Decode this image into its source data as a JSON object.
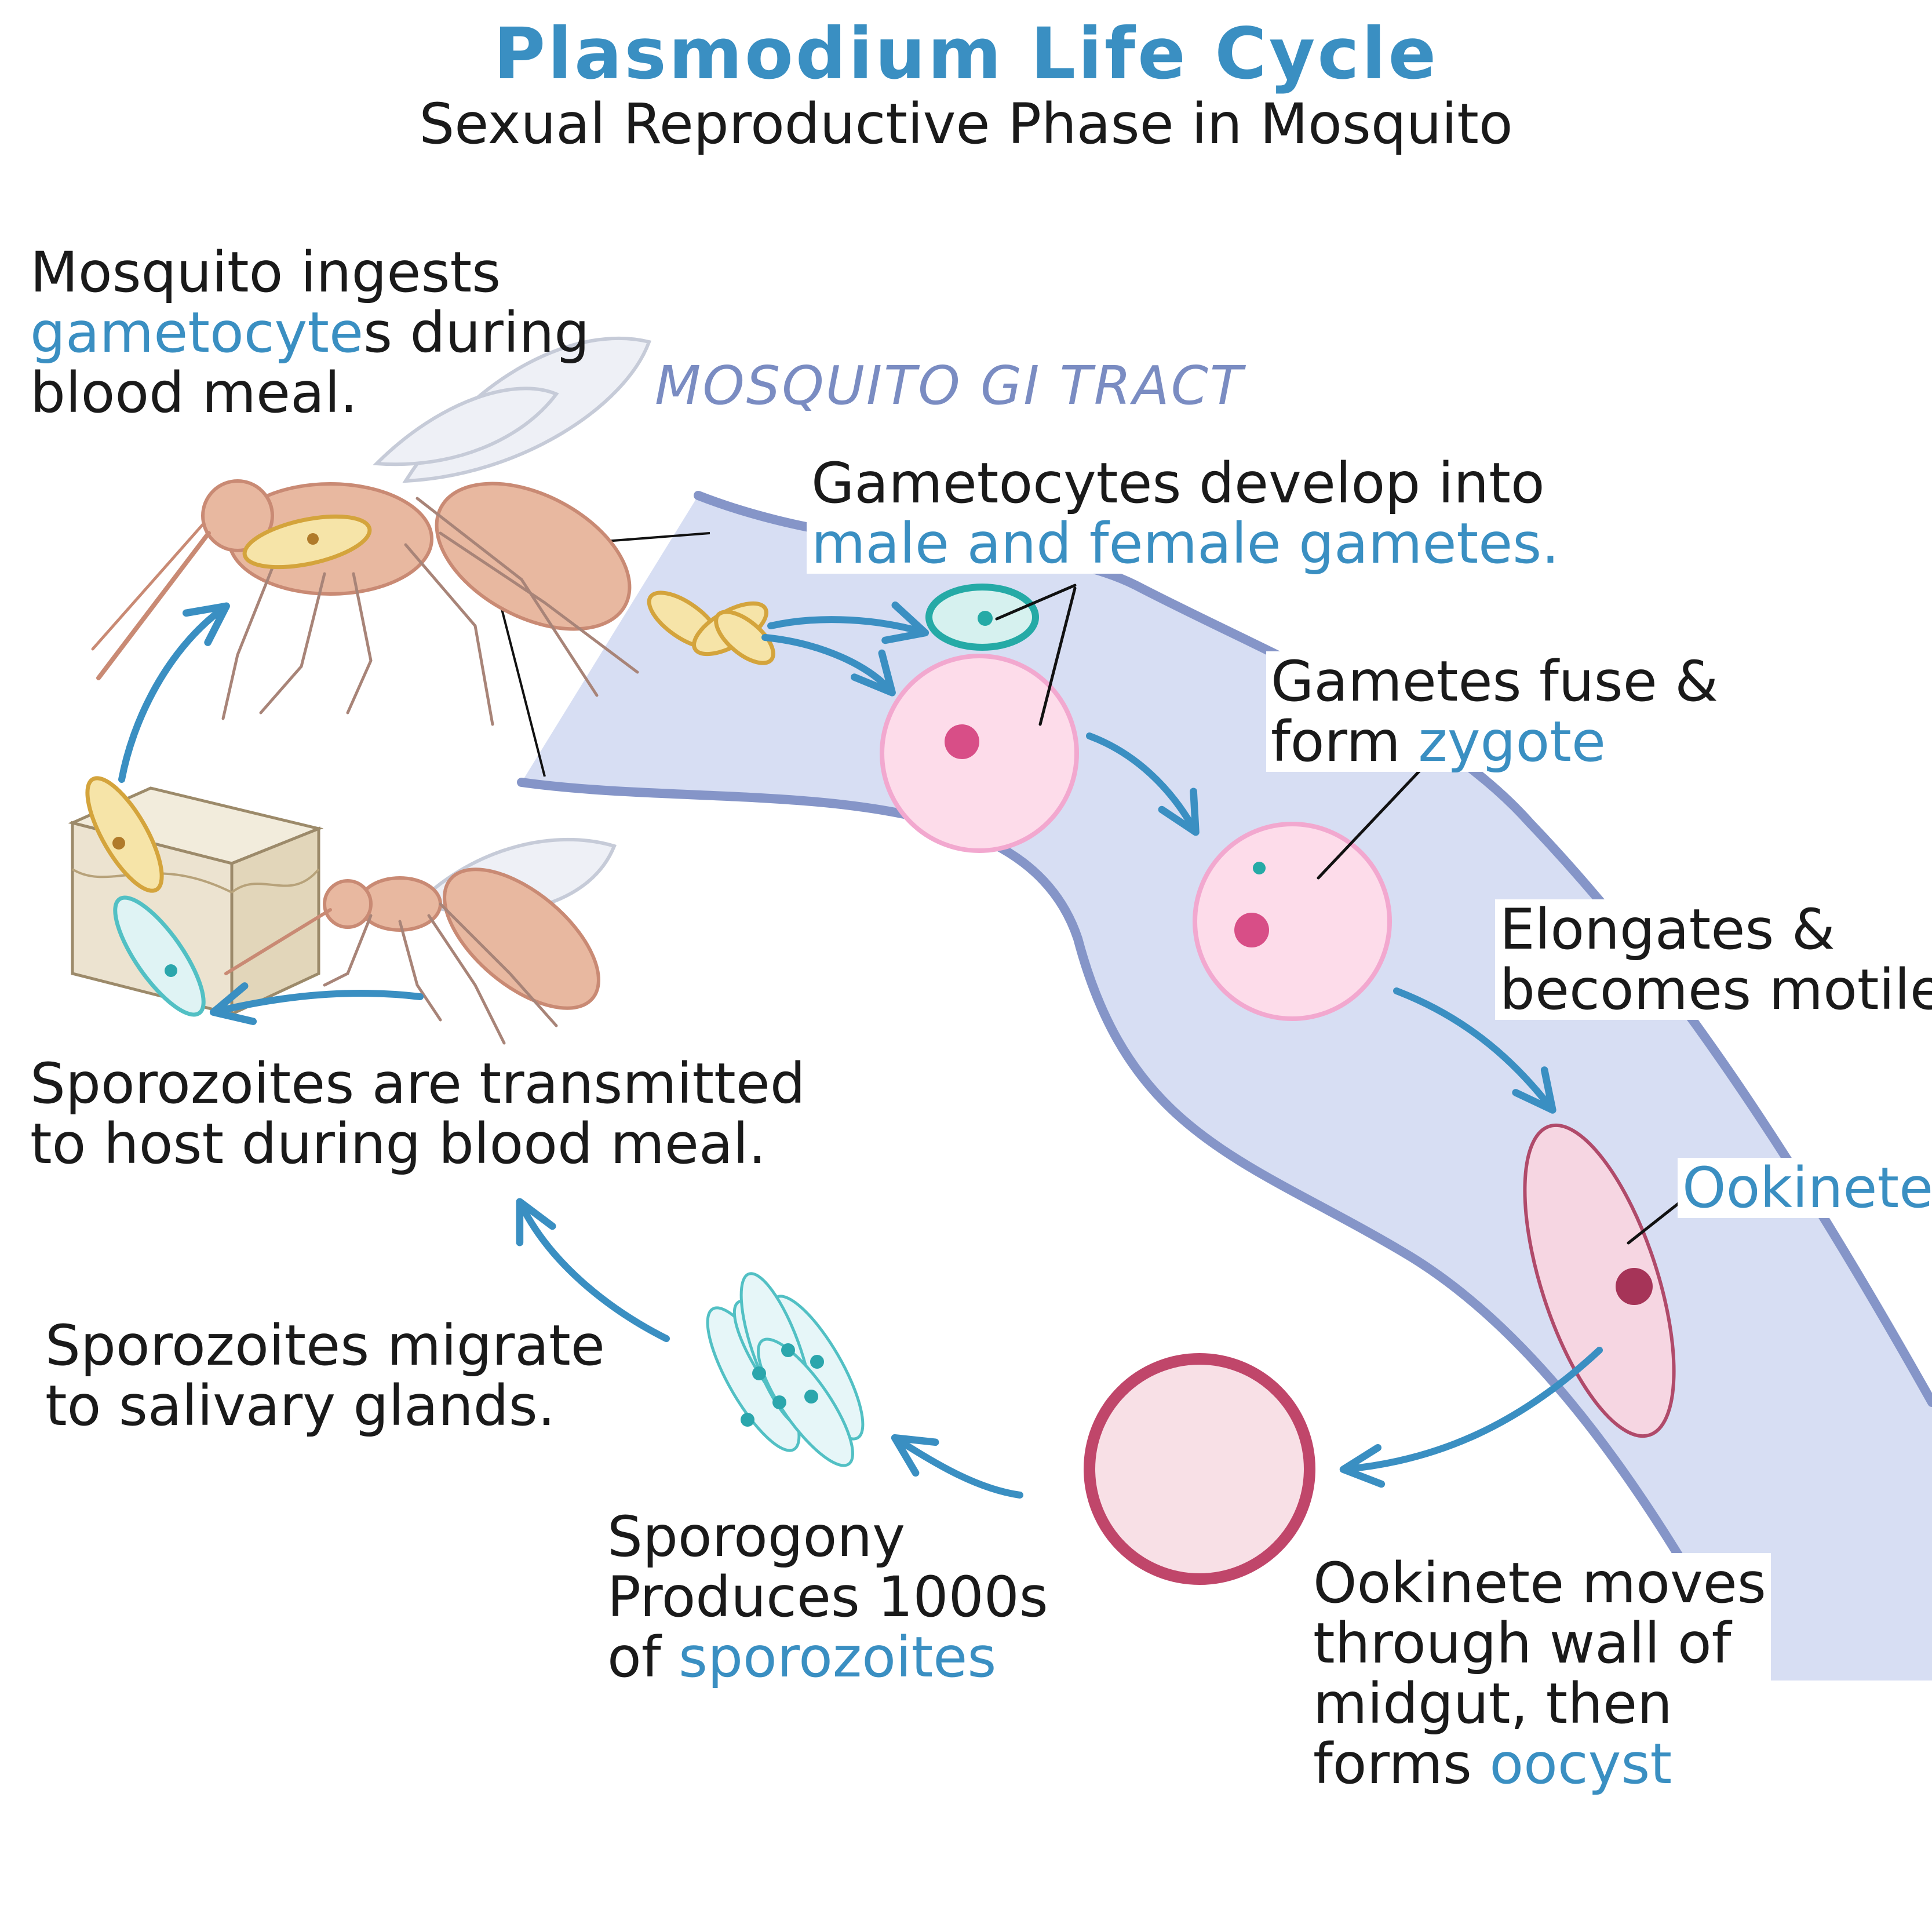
{
  "title": "Plasmodium Life Cycle",
  "subtitle": "Sexual Reproductive Phase in Mosquito",
  "tract_label": "MOSQUITO GI TRACT",
  "colors": {
    "accent_blue": "#3a8fc2",
    "tract_fill": "#d7def3",
    "tract_wall": "#8595c8",
    "gametocyte": "#e3b34a",
    "zygote_pink": "#f2a8cf",
    "ookinete": "#b04a6a",
    "oocyst": "#c0466a",
    "sporozoite": "#52c0c4",
    "mosquito_body": "#e8b8a0"
  },
  "steps": {
    "ingest": {
      "line1": "Mosquito ingests",
      "hl": "gametocyte",
      "rest": "s during",
      "line3": "blood meal."
    },
    "gametes": {
      "line1": "Gametocytes develop into",
      "hl": "male and female gametes."
    },
    "fuse": {
      "line1": "Gametes fuse &",
      "pre": "form ",
      "hl": "zygote"
    },
    "elongate": {
      "line1": "Elongates &",
      "line2": "becomes motile"
    },
    "ookinete": {
      "hl": "Ookinete"
    },
    "oocyst": {
      "line1": "Ookinete moves",
      "line2": "through wall of",
      "line3": "midgut, then",
      "pre": "forms ",
      "hl": "oocyst"
    },
    "sporogony": {
      "line1": "Sporogony",
      "line2": "Produces 1000s",
      "pre": "of ",
      "hl": "sporozoites"
    },
    "migrate": {
      "line1": "Sporozoites migrate",
      "line2": "to salivary glands."
    },
    "transmit": {
      "line1": "Sporozoites are transmitted",
      "line2": "to host during blood meal."
    }
  }
}
